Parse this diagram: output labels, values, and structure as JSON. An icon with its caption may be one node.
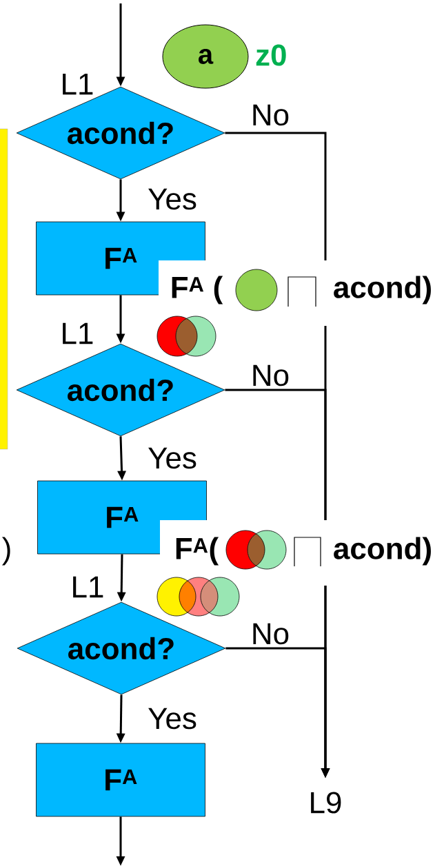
{
  "diagram": {
    "nodes": [
      {
        "text": [
          "a"
        ],
        "beside": [
          "z0"
        ]
      },
      {
        "text": [
          "acond?"
        ]
      },
      {
        "text": [
          "F$^{A}$"
        ]
      },
      {
        "text": [
          "acond?"
        ]
      },
      {
        "text": [
          "F$^{A}$"
        ]
      },
      {
        "text": [
          "acond?"
        ]
      },
      {
        "text": [
          "F$^{A}$"
        ]
      },
      {
        "text": [
          "L9"
        ]
      }
    ],
    "edges": [
      {
        "from": null,
        "to": 1,
        "arrow": "to"
      },
      {
        "from": 1,
        "to": 2,
        "arrow": "to",
        "label": "Yes"
      },
      {
        "from": 2,
        "to": 3,
        "arrow": "to"
      },
      {
        "from": 3,
        "to": 4,
        "arrow": "to",
        "label": "Yes"
      },
      {
        "from": 4,
        "to": 5,
        "arrow": "to"
      },
      {
        "from": 5,
        "to": 6,
        "arrow": "to",
        "label": "Yes"
      },
      {
        "from": 6,
        "to": null,
        "arrow": "to"
      },
      {
        "from": 1,
        "to": 7,
        "arrow": "to",
        "label": "No"
      },
      {
        "from": 3,
        "to": 7,
        "arrow": "to",
        "label": "No"
      },
      {
        "from": 5,
        "to": 7,
        "arrow": "to",
        "label": "No"
      }
    ],
    "labels": [
      "L1",
      "F$^{A}$ (",
      "acond)",
      "L1",
      "F$^{A}$(",
      "acond)",
      ")",
      "L1"
    ]
  }
}
